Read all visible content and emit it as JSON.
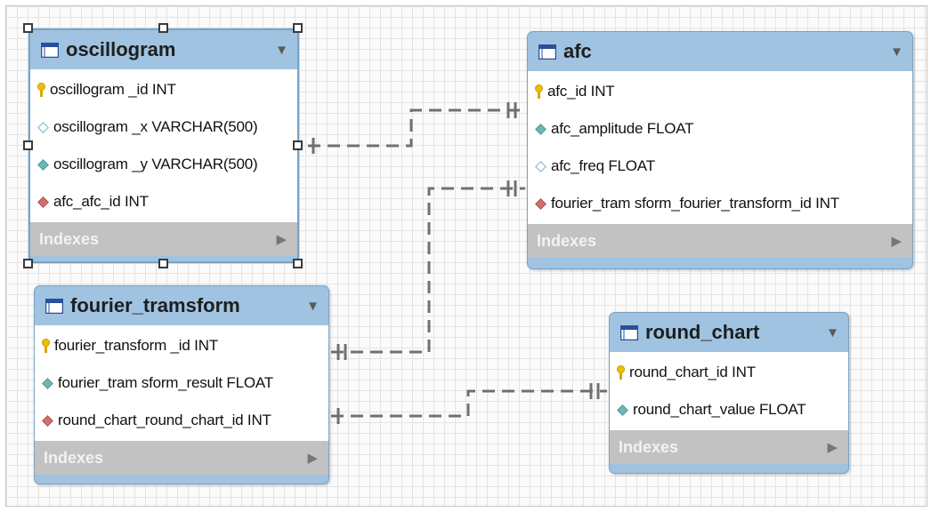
{
  "diagram": {
    "indexes_label": "Indexes",
    "entities": {
      "oscillogram": {
        "name": "oscillogram",
        "columns": [
          {
            "text": "oscillogram _id INT",
            "icon": "key"
          },
          {
            "text": "oscillogram _x VARCHAR(500)",
            "icon": "diamond-empty"
          },
          {
            "text": "oscillogram _y VARCHAR(500)",
            "icon": "diamond-filled"
          },
          {
            "text": "afc_afc_id INT",
            "icon": "diamond-fk"
          }
        ]
      },
      "afc": {
        "name": "afc",
        "columns": [
          {
            "text": "afc_id INT",
            "icon": "key"
          },
          {
            "text": "afc_amplitude FLOAT",
            "icon": "diamond-filled"
          },
          {
            "text": "afc_freq FLOAT",
            "icon": "diamond-empty"
          },
          {
            "text": "fourier_tram sform_fourier_transform_id INT",
            "icon": "diamond-fk"
          }
        ]
      },
      "fourier_tramsform": {
        "name": "fourier_tramsform",
        "columns": [
          {
            "text": "fourier_transform _id INT",
            "icon": "key"
          },
          {
            "text": "fourier_tram sform_result FLOAT",
            "icon": "diamond-filled"
          },
          {
            "text": "round_chart_round_chart_id INT",
            "icon": "diamond-fk"
          }
        ]
      },
      "round_chart": {
        "name": "round_chart",
        "columns": [
          {
            "text": "round_chart_id INT",
            "icon": "key"
          },
          {
            "text": "round_chart_value FLOAT",
            "icon": "diamond-filled"
          }
        ]
      }
    }
  },
  "colors": {
    "header": "#9fc3e0",
    "indexes_bar": "#c2c2c2",
    "connector": "#707070"
  }
}
